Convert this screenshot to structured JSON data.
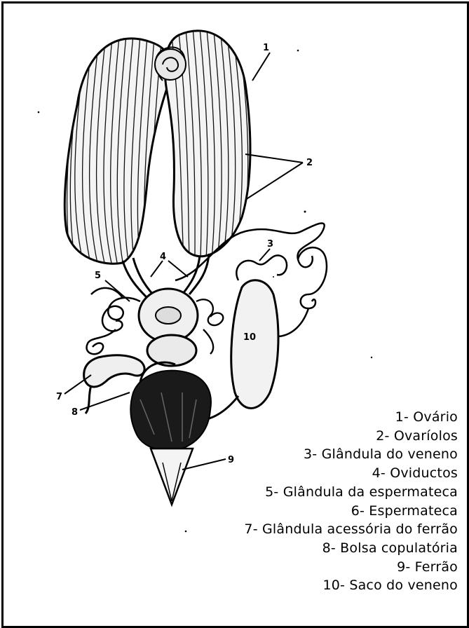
{
  "figure": {
    "callouts": [
      "1",
      "2",
      "3",
      "4",
      "5",
      "7",
      "8",
      "9",
      "10"
    ],
    "legend": [
      "1- Ovário",
      "2- Ovaríolos",
      "3- Glândula do veneno",
      "4- Oviductos",
      "5- Glândula da espermateca",
      "6- Espermateca",
      "7- Glândula acessória do ferrão",
      "8- Bolsa copulatória",
      "9- Ferrão",
      "10- Saco do veneno"
    ]
  }
}
